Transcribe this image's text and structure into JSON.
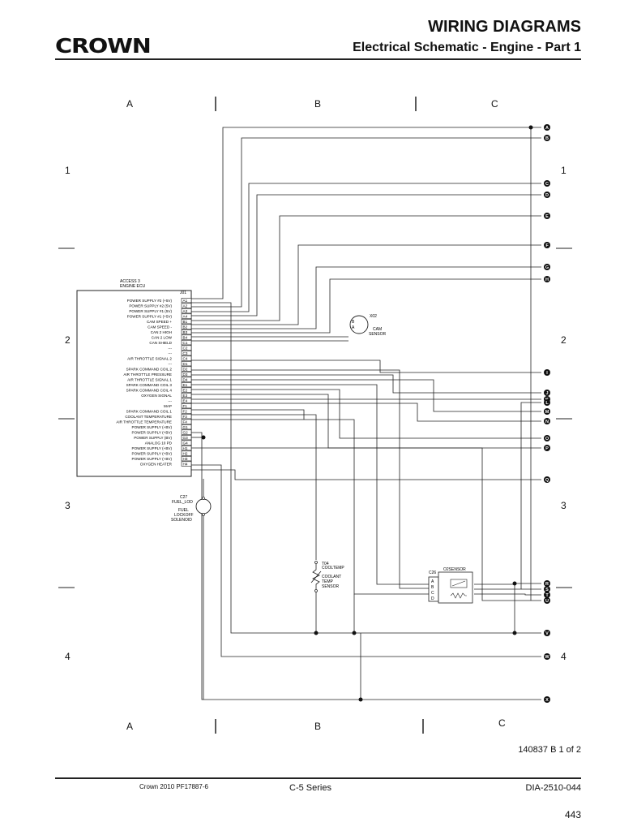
{
  "header": {
    "logo_text": "CROWN",
    "title": "WIRING DIAGRAMS",
    "subtitle": "Electrical Schematic - Engine - Part 1"
  },
  "zones": {
    "columns_top": [
      "A",
      "B",
      "C"
    ],
    "columns_bottom": [
      "A",
      "B",
      "C"
    ],
    "rows": [
      "1",
      "2",
      "3",
      "4"
    ]
  },
  "ecu": {
    "title_line1": "ACCESS 3",
    "title_line2": "ENGINE ECU",
    "connector": "J01",
    "pins": [
      {
        "pin": "A1",
        "label": "POWER SUPPLY #2 (+5V)"
      },
      {
        "pin": "A2",
        "label": "POWER SUPPLY #2 (5V)"
      },
      {
        "pin": "A3",
        "label": "POWER SUPPLY #1 (5V)"
      },
      {
        "pin": "A4",
        "label": "POWER SUPPLY #1 (+5V)"
      },
      {
        "pin": "B1",
        "label": "CAM SPEED +"
      },
      {
        "pin": "B2",
        "label": "CAM SPEED -"
      },
      {
        "pin": "B3",
        "label": "CAN 2 HIGH"
      },
      {
        "pin": "B4",
        "label": "CAN 2 LOW"
      },
      {
        "pin": "C1",
        "label": "CAN SHIELD"
      },
      {
        "pin": "C2",
        "label": "---"
      },
      {
        "pin": "C3",
        "label": "---"
      },
      {
        "pin": "C4",
        "label": "AIR THROTTLE SIGNAL 2"
      },
      {
        "pin": "D1",
        "label": "---"
      },
      {
        "pin": "D2",
        "label": "SPARK COMMAND COIL 2"
      },
      {
        "pin": "D3",
        "label": "AIR THROTTLE PRESSURE"
      },
      {
        "pin": "D4",
        "label": "AIR THROTTLE SIGNAL 1"
      },
      {
        "pin": "E1",
        "label": "SPARK COMMAND COIL 3"
      },
      {
        "pin": "E2",
        "label": "SPARK COMMAND COIL 4"
      },
      {
        "pin": "E3",
        "label": "OXYGEN SIGNAL"
      },
      {
        "pin": "E4",
        "label": "---"
      },
      {
        "pin": "F1",
        "label": "MAP"
      },
      {
        "pin": "F2",
        "label": "SPARK COMMAND COIL 1"
      },
      {
        "pin": "F3",
        "label": "COOLANT TEMPERATURE"
      },
      {
        "pin": "F4",
        "label": "AIR THROTTLE TEMPERATURE"
      },
      {
        "pin": "G1",
        "label": "POWER SUPPLY (+BV)"
      },
      {
        "pin": "G2",
        "label": "POWER SUPPLY (+BV)"
      },
      {
        "pin": "G3",
        "label": "POWER SUPPLY (BV)"
      },
      {
        "pin": "G4",
        "label": "ANALOG 10 PD"
      },
      {
        "pin": "H1",
        "label": "POWER SUPPLY (+BV)"
      },
      {
        "pin": "H2",
        "label": "POWER SUPPLY (+BV)"
      },
      {
        "pin": "H3",
        "label": "POWER SUPPLY (+BV)"
      },
      {
        "pin": "H4",
        "label": "OXYGEN HEATER"
      }
    ]
  },
  "cam_sensor": {
    "id": "X02",
    "pin_b": "B",
    "pin_a": "A",
    "label_line1": "CAM",
    "label_line2": "SENSOR"
  },
  "fuel_solenoid": {
    "id": "C27",
    "line1": "FUEL_LOD",
    "line2": "FUEL",
    "line3": "LOCKOFF",
    "line4": "SOLENOID"
  },
  "coolant_sensor": {
    "id": "T04",
    "line1": "COOLTEMP",
    "line2": "COOLANT",
    "line3": "TEMP",
    "line4": "SENSOR"
  },
  "o2_sensor": {
    "id": "C26",
    "title": "O2SENSOR",
    "pins": [
      "A",
      "B",
      "C",
      "D"
    ]
  },
  "connectors": [
    "A",
    "B",
    "C",
    "D",
    "E",
    "F",
    "G",
    "H",
    "I",
    "J",
    "K",
    "L",
    "M",
    "N",
    "O",
    "P",
    "Q",
    "R",
    "S",
    "T",
    "U",
    "V",
    "W",
    "X"
  ],
  "footer": {
    "doc_number": "140837 B 1 of 2",
    "copyright": "Crown 2010 PF17887-6",
    "series": "C-5 Series",
    "dia": "DIA-2510-044",
    "page": "443"
  }
}
